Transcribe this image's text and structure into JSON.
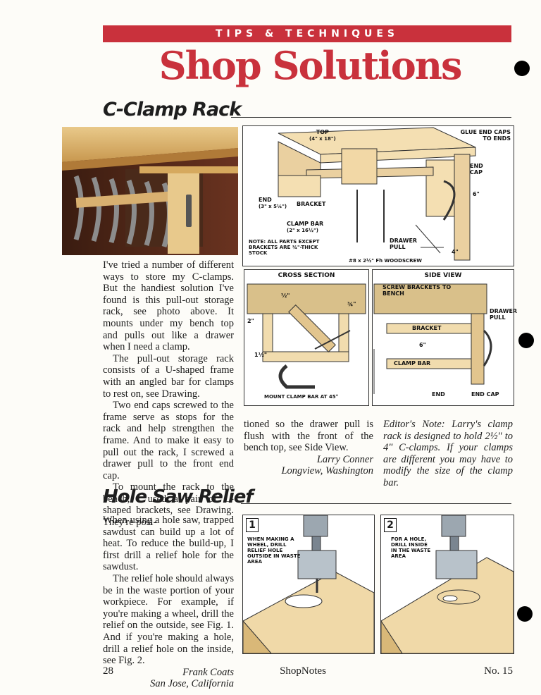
{
  "header": {
    "banner": "TIPS & TECHNIQUES",
    "title": "Shop Solutions"
  },
  "clamp_rack": {
    "title": "C-Clamp Rack",
    "paragraphs": [
      "I've tried a number of different ways to store my C-clamps. But the handiest solution I've found is this pull-out storage rack, see photo above. It mounts under my bench top and pulls out like a drawer when I need a clamp.",
      "The pull-out storage rack consists of a U-shaped frame with an angled bar for clamps to rest on, see Drawing.",
      "Two end caps screwed to the frame serve as stops for the rack and help strengthen the frame. And to make it easy to pull out the rack, I screwed a drawer pull to the front end cap.",
      "To mount the rack to the bench, I used a pair of L-shaped brackets, see Drawing. They're posi-"
    ],
    "continued": "tioned so the drawer pull is flush with the front of the bench top, see Side View.",
    "author": "Larry Conner",
    "location": "Longview, Washington",
    "editor_note": "Editor's Note: Larry's clamp rack is designed to hold 2½\" to 4\" C-clamps. If your clamps are different you may have to modify the size of the clamp bar."
  },
  "drawing": {
    "top_label": "TOP",
    "top_dim": "(4\" x 18\")",
    "note_label": "NOTE:",
    "note_glue": "GLUE END CAPS TO ENDS",
    "end_cap": "END CAP",
    "dim_6": "6\"",
    "end_label": "END",
    "end_dim": "(3\" x 5¼\")",
    "bracket": "BRACKET",
    "clamp_bar": "CLAMP BAR",
    "clamp_bar_dim": "(2\" x 16½\")",
    "drawer_pull": "DRAWER PULL",
    "note_parts": "NOTE: ALL PARTS EXCEPT BRACKETS ARE ¾\"-THICK STOCK",
    "screw": "#8 x 2½\" Fh WOODSCREW",
    "dim_4": "4\""
  },
  "cross_section": {
    "title": "CROSS SECTION",
    "dim_half": "½\"",
    "dim_3_4": "¾\"",
    "dim_2": "2\"",
    "dim_1_half": "1½\"",
    "mount_label": "MOUNT CLAMP BAR AT 45°"
  },
  "side_view": {
    "title": "SIDE VIEW",
    "screw_brackets": "SCREW BRACKETS TO BENCH",
    "drawer_pull": "DRAWER PULL",
    "bracket": "BRACKET",
    "dim_6": "6\"",
    "clamp_bar": "CLAMP BAR",
    "end": "END",
    "end_cap": "END CAP"
  },
  "hole_saw": {
    "title": "Hole Saw Relief",
    "paragraphs": [
      "When using a hole saw, trapped sawdust can build up a lot of heat. To reduce the build-up, I first drill a relief hole for the sawdust.",
      "The relief hole should always be in the waste portion of your workpiece. For example, if you're making a wheel, drill the relief on the outside, see Fig. 1. And if you're making a hole, drill a relief hole on the inside, see Fig. 2."
    ],
    "author": "Frank Coats",
    "location": "San Jose, California",
    "fig1_num": "1",
    "fig1_label": "WHEN MAKING A WHEEL, DRILL RELIEF HOLE OUTSIDE IN WASTE AREA",
    "fig2_num": "2",
    "fig2_label": "FOR A HOLE, DRILL INSIDE IN THE WASTE AREA"
  },
  "footer": {
    "page": "28",
    "magazine": "ShopNotes",
    "issue": "No. 15"
  }
}
